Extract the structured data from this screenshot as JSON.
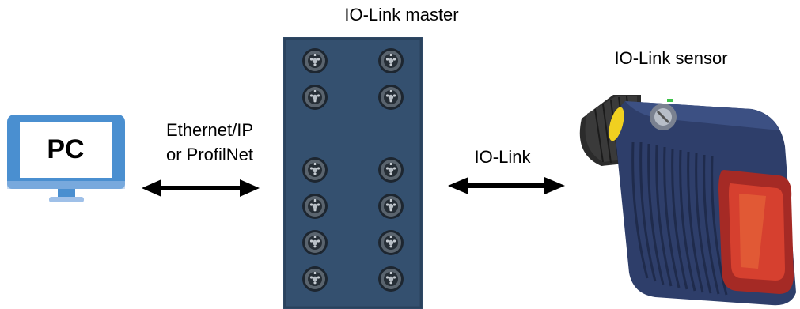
{
  "pc": {
    "label": "PC"
  },
  "master": {
    "title": "IO-Link master"
  },
  "sensor": {
    "title": "IO-Link sensor"
  },
  "link_ethernet": {
    "line1": "Ethernet/IP",
    "line2": "or ProfilNet"
  },
  "link_iolink": {
    "label": "IO-Link"
  },
  "colors": {
    "master_body": "#34506f",
    "sensor_body": "#2e3e6a",
    "lens": "#c8302a",
    "indicator": "#f0d020",
    "monitor_screen": "#4a8fd0",
    "monitor_stand": "#9fc0e8"
  }
}
